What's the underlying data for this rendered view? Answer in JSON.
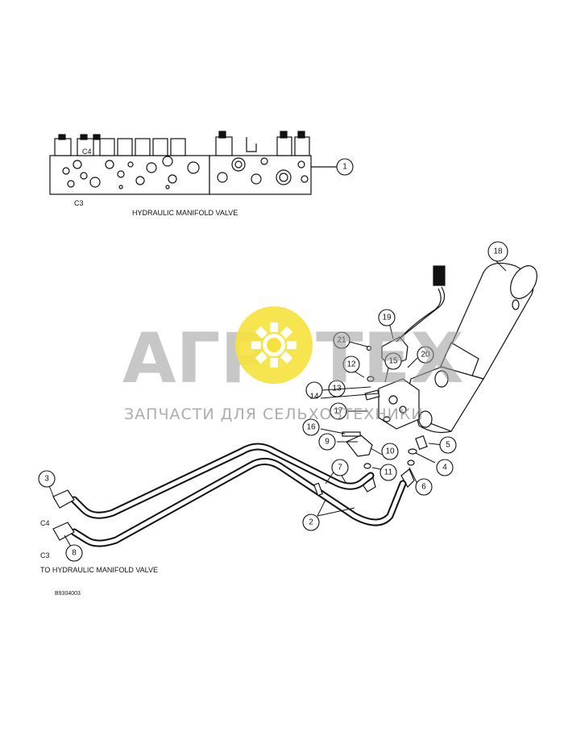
{
  "manifold": {
    "title": "HYDRAULIC MANIFOLD VALVE",
    "port_c4": "C4",
    "port_c3": "C3"
  },
  "callouts": [
    "1",
    "2",
    "3",
    "4",
    "5",
    "6",
    "7",
    "8",
    "9",
    "10",
    "11",
    "12",
    "13",
    "14",
    "15",
    "16",
    "17",
    "18",
    "19",
    "20",
    "21"
  ],
  "lower": {
    "port_c4": "C4",
    "port_c3": "C3",
    "to_label": "TO HYDRAULIC MANIFOLD VALVE",
    "figure_code": "B9304003"
  },
  "watermark": {
    "brand_left": "АГР",
    "brand_right": "ТЕХ",
    "tagline": "ЗАПЧАСТИ ДЛЯ СЕЛЬХОЗТЕХНИКИ",
    "gear_color": "#f5e23c"
  }
}
